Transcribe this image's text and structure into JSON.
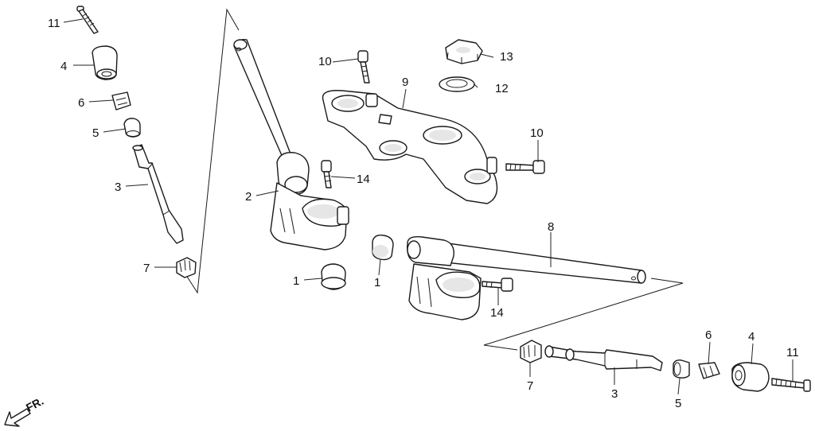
{
  "callouts": {
    "left_cap": "1",
    "right_cap": "1",
    "left_handlebar": "2",
    "left_weight_shaft": "3",
    "right_weight_shaft": "3",
    "left_weight": "4",
    "right_weight": "4",
    "left_collar": "5",
    "right_collar": "5",
    "left_rubber": "6",
    "right_rubber": "6",
    "left_nut": "7",
    "right_nut": "7",
    "right_handlebar": "8",
    "top_bridge": "9",
    "bridge_bolt_top": "10",
    "bridge_bolt_right": "10",
    "left_end_screw": "11",
    "right_end_screw": "11",
    "washer": "12",
    "stem_nut": "13",
    "clamp_bolt_left": "14",
    "clamp_bolt_right": "14"
  },
  "direction": {
    "label": "FR."
  }
}
